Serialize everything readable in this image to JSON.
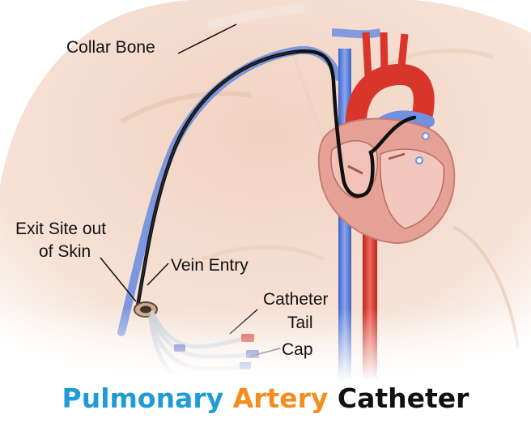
{
  "labels": {
    "collar_bone": "Collar Bone",
    "exit_site_line1": "Exit Site out",
    "exit_site_line2": "of Skin",
    "vein_entry": "Vein Entry",
    "catheter_tail_line1": "Catheter",
    "catheter_tail_line2": "Tail",
    "cap": "Cap"
  },
  "title": {
    "word1": "Pulmonary",
    "word2": "Artery",
    "word3": "Catheter"
  },
  "colors": {
    "title_word1": "#1f9bd7",
    "title_word2": "#f38d1f",
    "title_word3": "#111111",
    "skin": "#f4dccc",
    "vein": "#5a7ed8",
    "artery": "#d93a2f",
    "heart": "#e8a39a",
    "catheter": "#111111"
  }
}
